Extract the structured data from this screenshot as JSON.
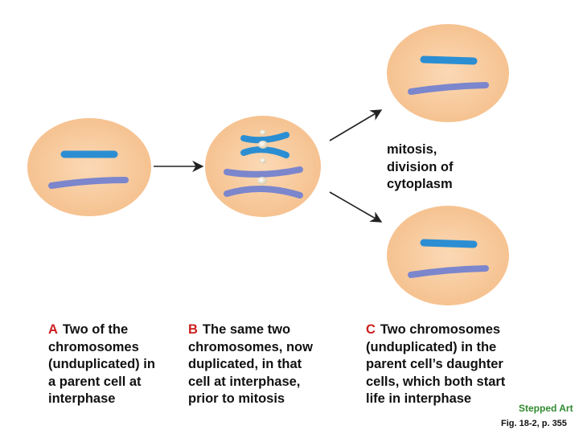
{
  "colors": {
    "cell_fill": "#f5c08d",
    "cell_center": "#fbd9b5",
    "chrom_blue": "#2b8ed2",
    "chrom_lavender": "#7b86cc",
    "letter_red": "#cc1f1f",
    "stepped_green": "#2f8a2f"
  },
  "icons": {
    "arrow": "right-arrow-icon"
  },
  "labels": {
    "mitosis": [
      "mitosis,",
      "division of",
      "cytoplasm"
    ],
    "stepped_art": "Stepped Art",
    "figure_ref": "Fig. 18-2, p. 355"
  },
  "captions": {
    "a": {
      "letter": "A",
      "lines": [
        "Two of the",
        "chromosomes",
        "(unduplicated) in",
        "a parent cell at",
        "interphase"
      ]
    },
    "b": {
      "letter": "B",
      "lines": [
        "The same two",
        "chromosomes, now",
        "duplicated, in that",
        "cell at interphase,",
        "prior to mitosis"
      ]
    },
    "c": {
      "letter": "C",
      "lines": [
        "Two chromosomes",
        "(unduplicated) in the",
        "parent cell’s daughter",
        "cells, which both start",
        "life in interphase"
      ]
    }
  }
}
